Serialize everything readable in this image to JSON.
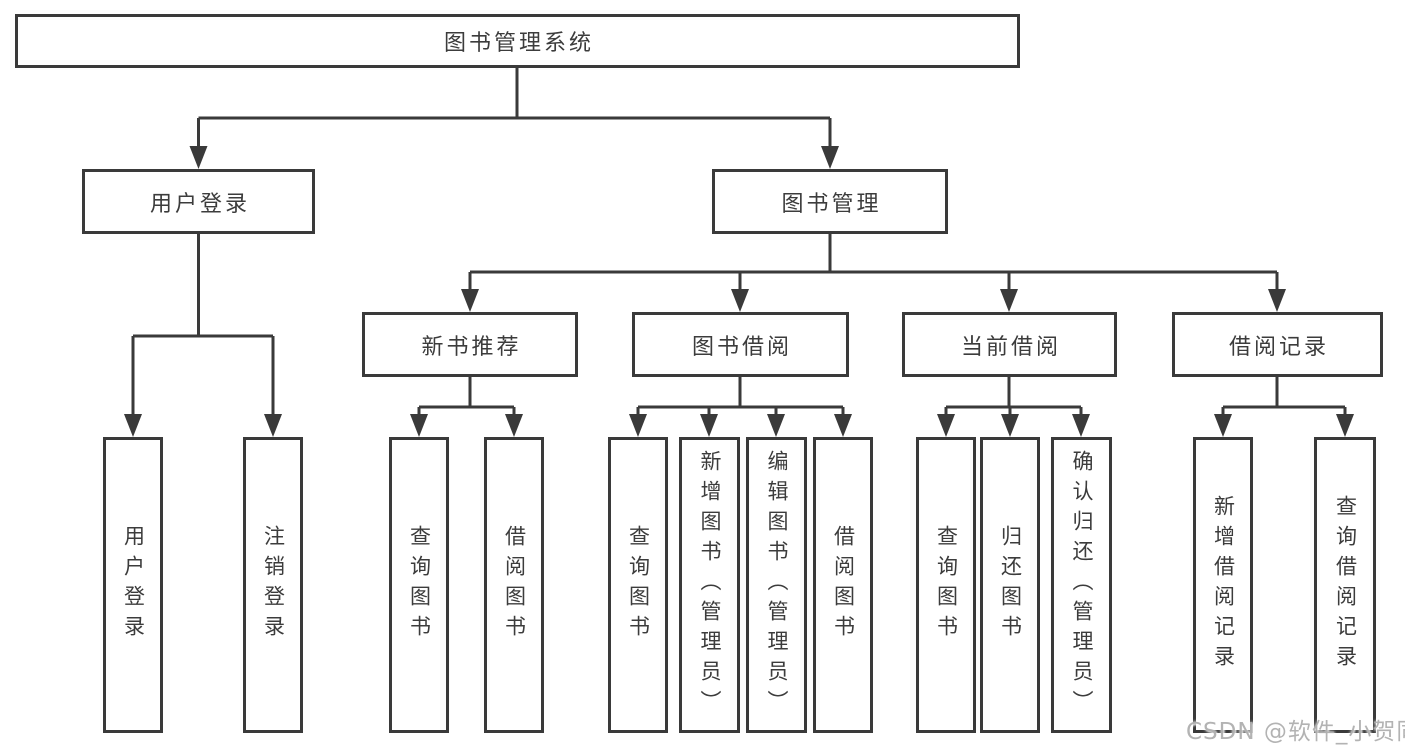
{
  "colors": {
    "line": "#3a3a3a",
    "box_border": "#3a3a3a",
    "text": "#3c3c3c",
    "background": "#ffffff",
    "watermark": "#acacac"
  },
  "tree": {
    "label": "图书管理系统",
    "children": [
      {
        "label": "用户登录",
        "children": [
          {
            "label": "用户登录"
          },
          {
            "label": "注销登录"
          }
        ]
      },
      {
        "label": "图书管理",
        "children": [
          {
            "label": "新书推荐",
            "children": [
              {
                "label": "查询图书"
              },
              {
                "label": "借阅图书"
              }
            ]
          },
          {
            "label": "图书借阅",
            "children": [
              {
                "label": "查询图书"
              },
              {
                "label": "新增图书（管理员）"
              },
              {
                "label": "编辑图书（管理员）"
              },
              {
                "label": "借阅图书"
              }
            ]
          },
          {
            "label": "当前借阅",
            "children": [
              {
                "label": "查询图书"
              },
              {
                "label": "归还图书"
              },
              {
                "label": "确认归还（管理员）"
              }
            ]
          },
          {
            "label": "借阅记录",
            "children": [
              {
                "label": "新增借阅记录"
              },
              {
                "label": "查询借阅记录"
              }
            ]
          }
        ]
      }
    ]
  },
  "watermark": {
    "text": "CSDN @软件_小贺同学"
  }
}
